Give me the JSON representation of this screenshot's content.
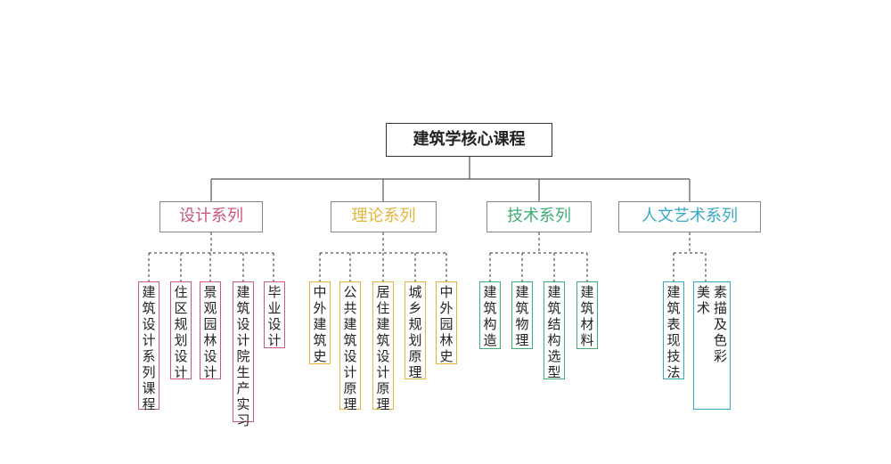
{
  "root": "建筑学核心课程",
  "colors": {
    "design": "#c9587a",
    "theory": "#e3b53c",
    "tech": "#3fae75",
    "humanities": "#3aa7c4",
    "line": "#555555"
  },
  "categories": [
    {
      "name": "设计系列",
      "items": [
        "建筑设计系列课程",
        "住区规划设计",
        "景观园林设计",
        "建筑设计院生产实习",
        "毕业设计"
      ]
    },
    {
      "name": "理论系列",
      "items": [
        "中外建筑史",
        "公共建筑设计原理",
        "居住建筑设计原理",
        "城乡规划原理",
        "中外园林史"
      ]
    },
    {
      "name": "技术系列",
      "items": [
        "建筑构造",
        "建筑物理",
        "建筑结构选型",
        "建筑材料"
      ]
    },
    {
      "name": "人文艺术系列",
      "items": [
        "建筑表现技法",
        "美术 素描及色彩"
      ]
    }
  ]
}
